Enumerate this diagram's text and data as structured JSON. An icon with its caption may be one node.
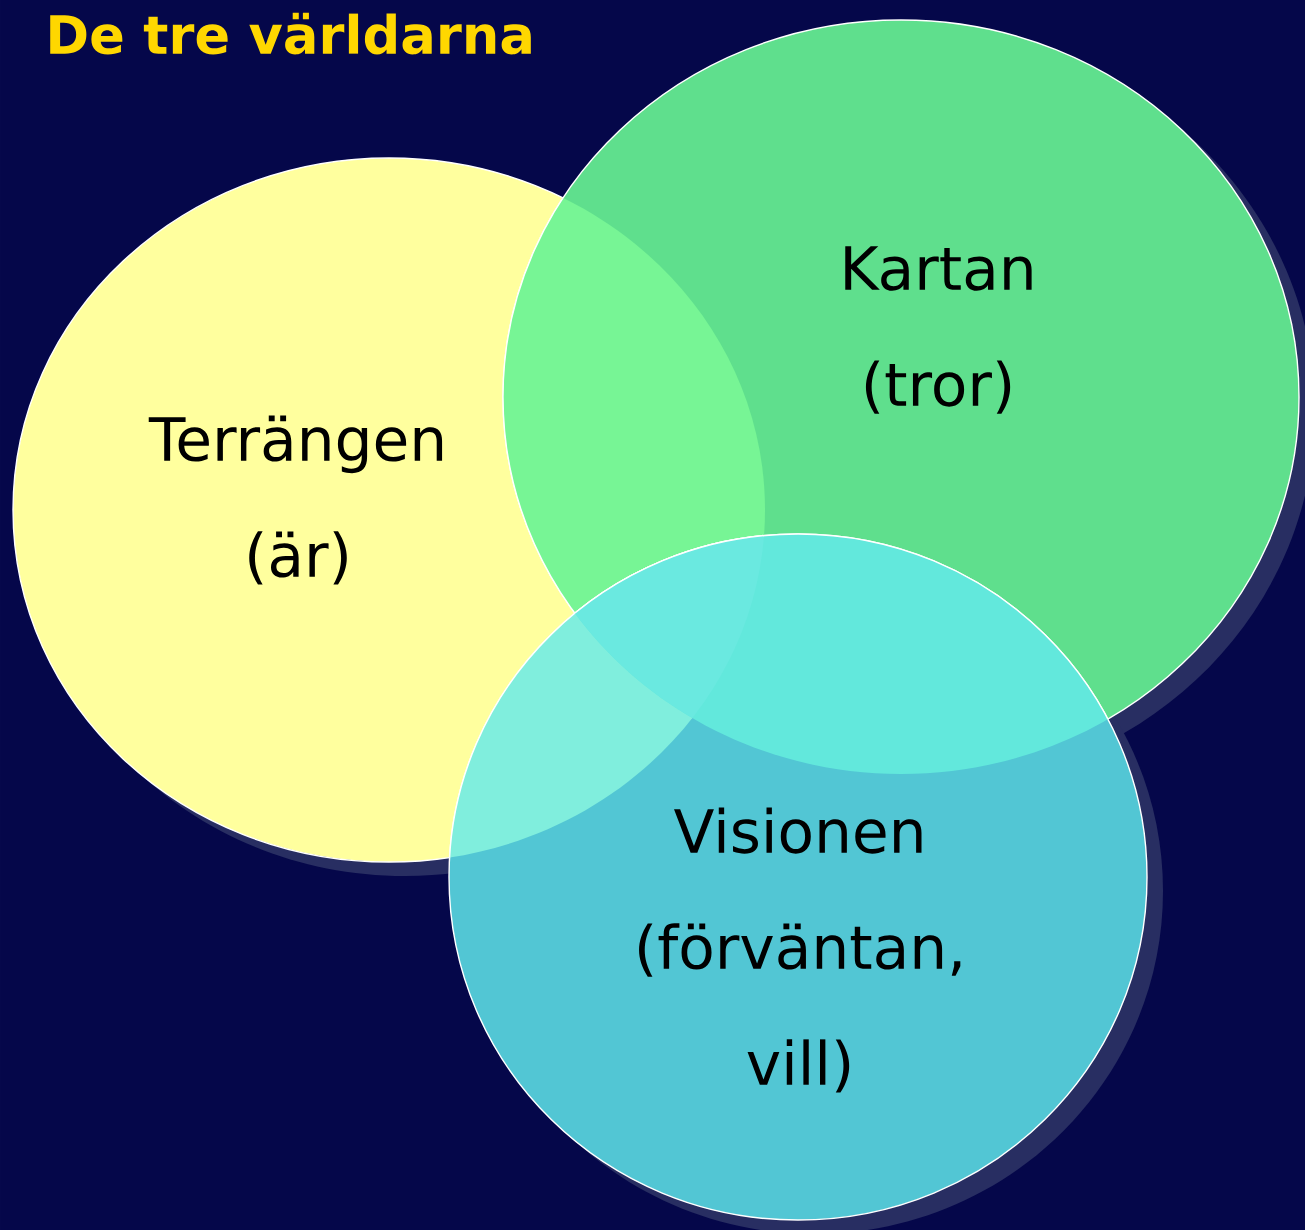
{
  "diagram": {
    "title": "De tre världarna",
    "nodes": [
      {
        "text": [
          "Terrängen (är)"
        ]
      },
      {
        "text": [
          "Kartan (tror)"
        ]
      },
      {
        "text": [
          "Visionen (förväntan, vill)"
        ]
      }
    ]
  }
}
